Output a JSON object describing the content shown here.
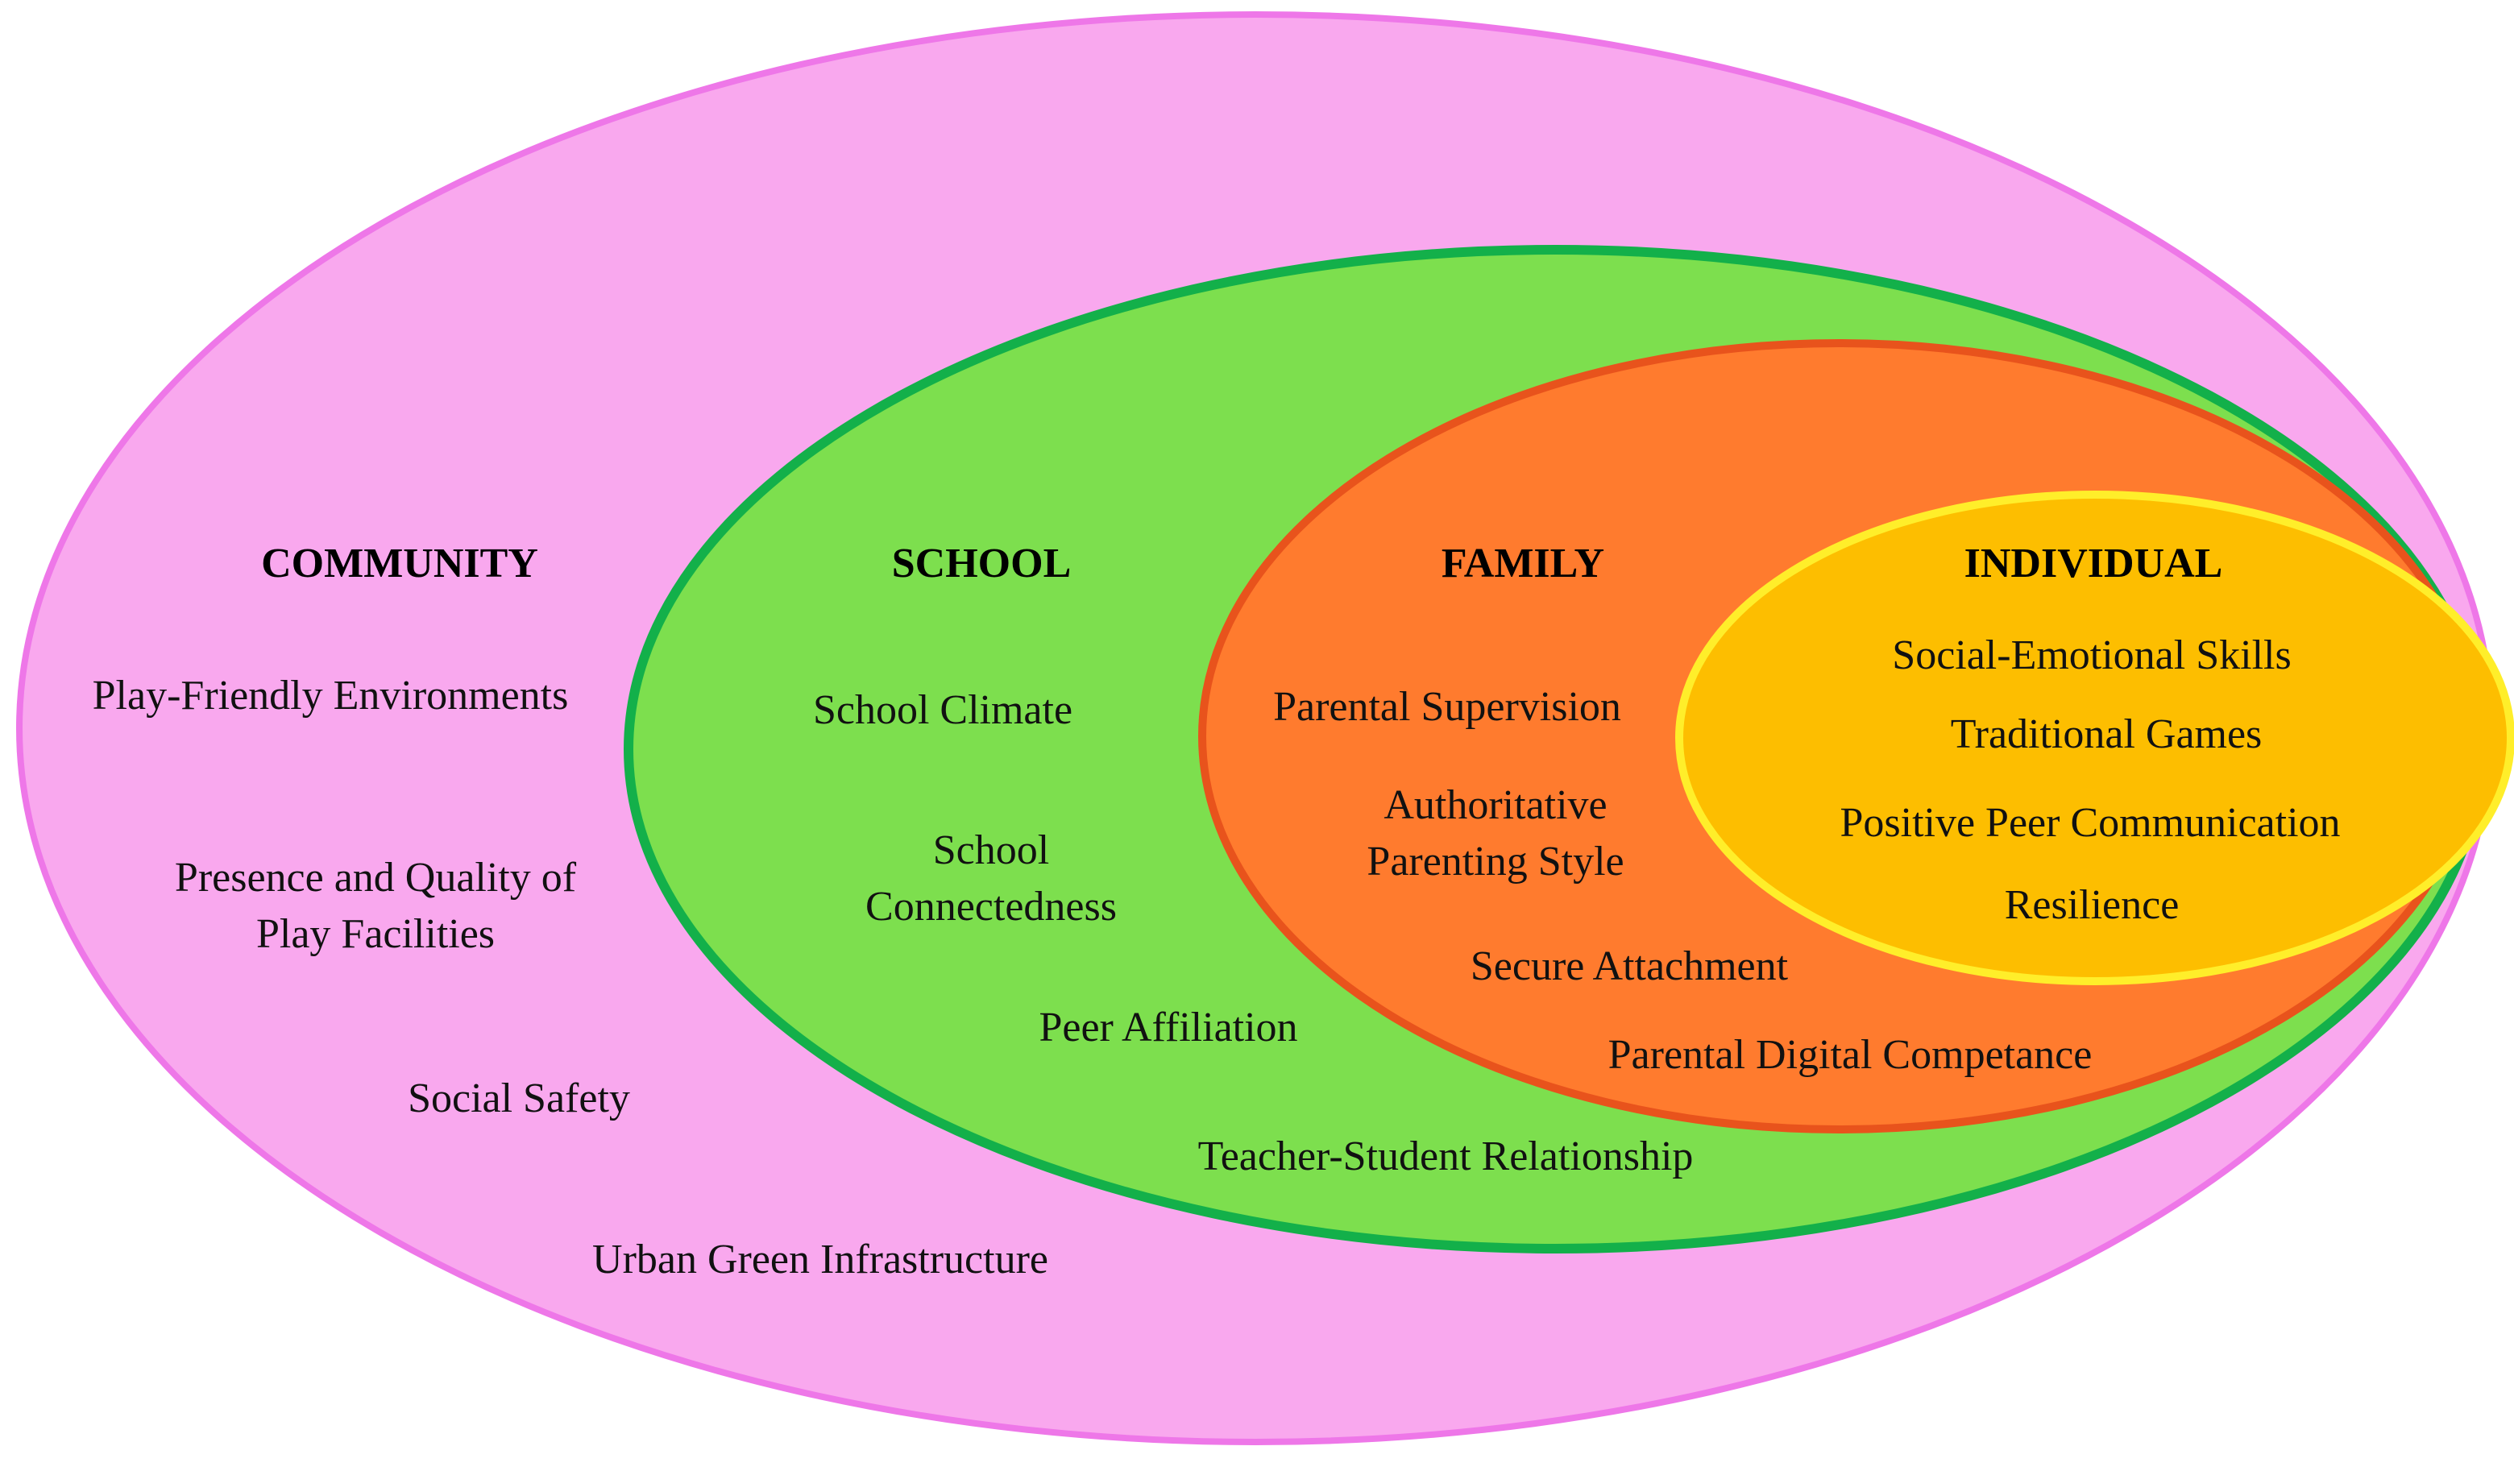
{
  "layers": {
    "community": {
      "heading": "COMMUNITY",
      "fill": "#f9a8ee",
      "stroke": "#ee77e8",
      "factors": [
        "Play-Friendly Environments",
        "Presence and Quality of",
        "Play Facilities",
        "Social Safety",
        "Urban Green Infrastructure"
      ]
    },
    "school": {
      "heading": "SCHOOL",
      "fill": "#7ddf4e",
      "stroke": "#13b04a",
      "factors": [
        "School Climate",
        "School",
        "Connectedness",
        "Peer Affiliation",
        "Teacher-Student Relationship"
      ]
    },
    "family": {
      "heading": "FAMILY",
      "fill": "#ff7b2e",
      "stroke": "#e8531c",
      "factors": [
        "Parental Supervision",
        "Authoritative",
        "Parenting Style",
        "Secure Attachment",
        "Parental Digital Competance"
      ]
    },
    "individual": {
      "heading": "INDIVIDUAL",
      "fill": "#fdbe00",
      "stroke": "#ffee2a",
      "factors": [
        "Social-Emotional Skills",
        "Traditional Games",
        "Positive Peer Communication",
        "Resilience"
      ]
    }
  }
}
